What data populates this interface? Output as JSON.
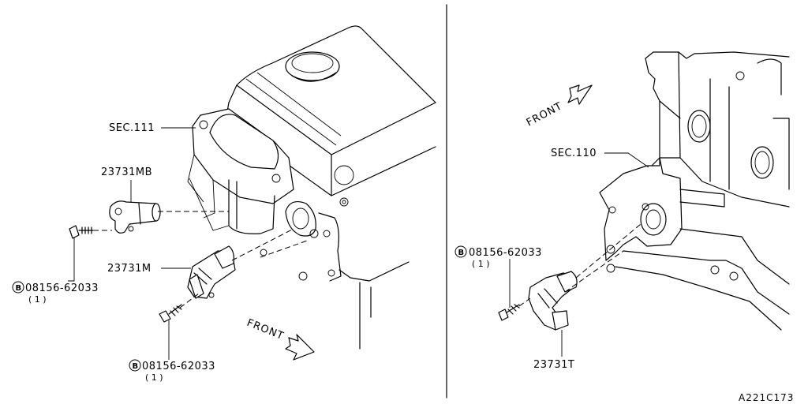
{
  "left_view": {
    "front_label": "FRONT",
    "callouts": {
      "sec111": "SEC.111",
      "sensor_mb": "23731MB",
      "sensor_m": "23731M",
      "bolt_upper": "08156-62033",
      "bolt_upper_qty": "( 1 )",
      "bolt_lower": "08156-62033",
      "bolt_lower_qty": "( 1 )"
    }
  },
  "right_view": {
    "front_label": "FRONT",
    "callouts": {
      "sec110": "SEC.110",
      "bolt": "08156-62033",
      "bolt_qty": "( 1 )",
      "sensor_t": "23731T"
    }
  },
  "bolt_marker": "B",
  "drawing_code": "A221C173"
}
